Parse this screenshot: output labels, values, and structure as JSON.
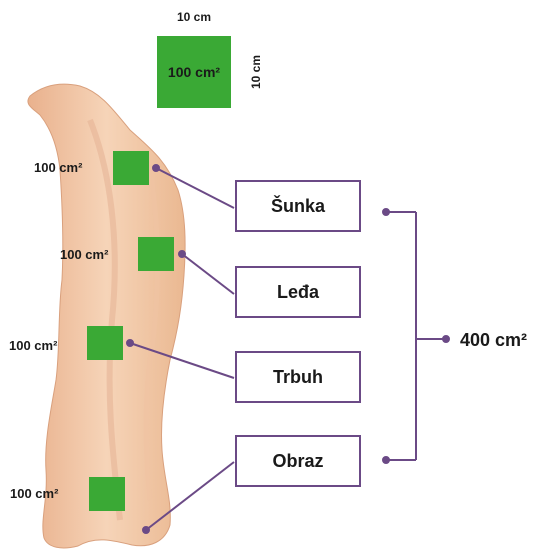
{
  "reference": {
    "width_label": "10 cm",
    "height_label": "10 cm",
    "area_label": "100 cm²"
  },
  "samples": [
    {
      "area_label": "100 cm²"
    },
    {
      "area_label": "100 cm²"
    },
    {
      "area_label": "100 cm²"
    },
    {
      "area_label": "100 cm²"
    }
  ],
  "parts": [
    {
      "label": "Šunka"
    },
    {
      "label": "Leđa"
    },
    {
      "label": "Trbuh"
    },
    {
      "label": "Obraz"
    }
  ],
  "total": {
    "label": "400 cm²"
  },
  "colors": {
    "sample_green": "#3aa935",
    "connector_purple": "#6b4a86",
    "carcass": "#f3c9a6"
  }
}
